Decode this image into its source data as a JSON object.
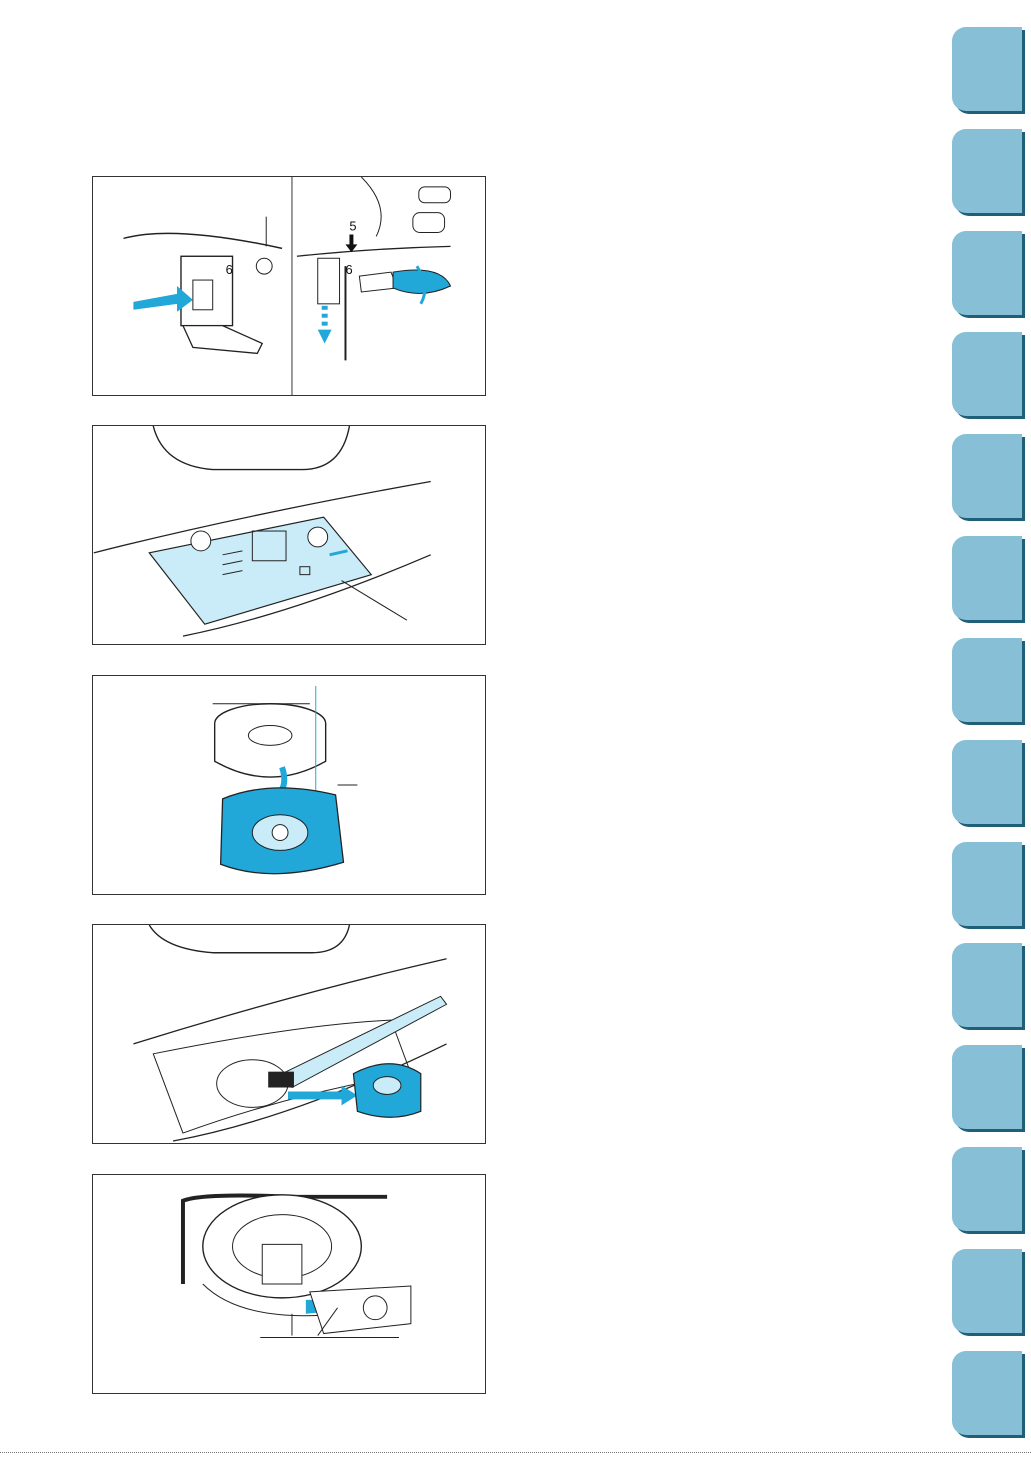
{
  "figure1": {
    "label_left": "6",
    "label_right_top": "5",
    "label_right_clamp": "6"
  },
  "tabs": [
    {
      "label": ""
    },
    {
      "label": ""
    },
    {
      "label": ""
    },
    {
      "label": ""
    },
    {
      "label": ""
    },
    {
      "label": ""
    },
    {
      "label": ""
    },
    {
      "label": ""
    },
    {
      "label": ""
    },
    {
      "label": ""
    },
    {
      "label": ""
    },
    {
      "label": ""
    },
    {
      "label": ""
    },
    {
      "label": ""
    }
  ],
  "colors": {
    "accent": "#21a7d8",
    "plate": "#c9ecf8",
    "tab": "#86bfd6",
    "tab_shadow": "#1f5f78"
  }
}
